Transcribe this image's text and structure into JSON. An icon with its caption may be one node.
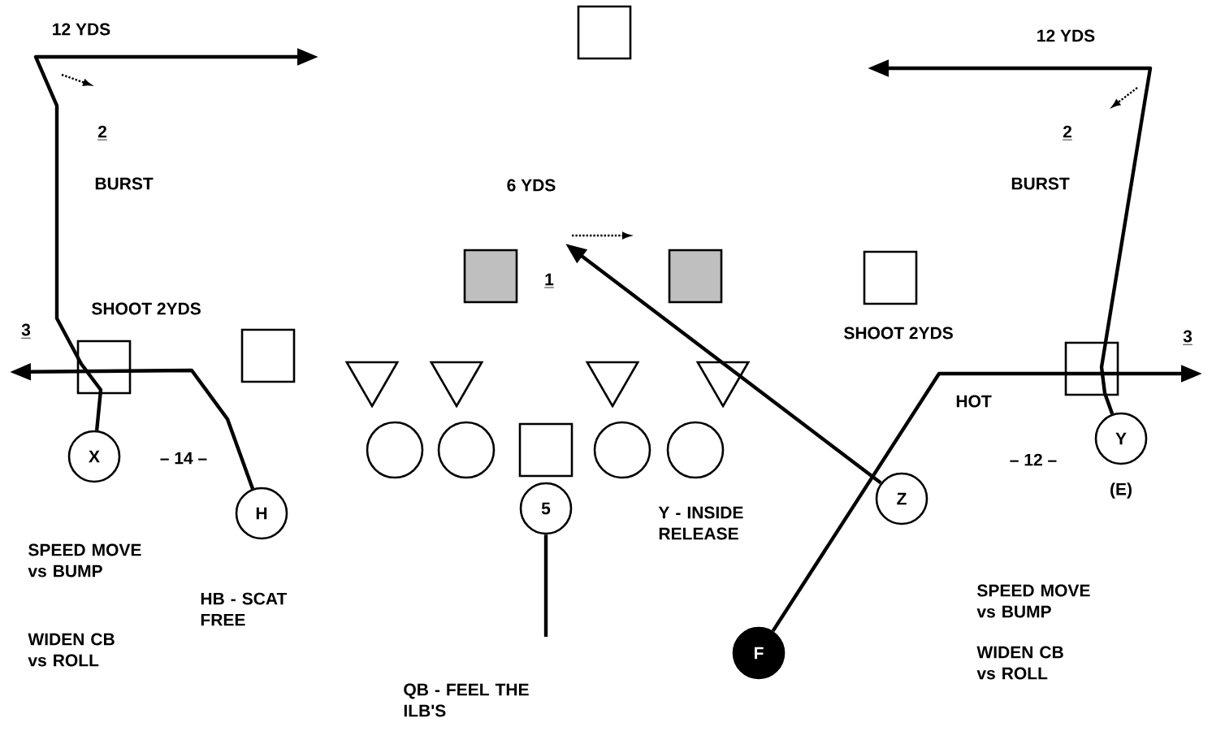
{
  "diagram": {
    "nodes": [
      {
        "text": [
          "X"
        ]
      },
      {
        "text": [
          "H"
        ]
      },
      {
        "text": [
          "5"
        ]
      },
      {
        "text": [
          "Z"
        ]
      },
      {
        "text": [
          "Y"
        ],
        "beside": [
          "(E)"
        ]
      },
      {
        "text": [
          "F"
        ]
      },
      {
        "text": [],
        "shape": "box"
      },
      {
        "text": [],
        "shape": "box"
      },
      {
        "text": [],
        "shape": "box"
      },
      {
        "text": [],
        "shape": "box"
      },
      {
        "text": [],
        "shape": "box"
      },
      {
        "text": [],
        "shape": "box"
      },
      {
        "text": [],
        "shape": "box"
      },
      {
        "text": [],
        "shape": "triangle"
      },
      {
        "text": [],
        "shape": "triangle"
      },
      {
        "text": [],
        "shape": "triangle"
      },
      {
        "text": [],
        "shape": "triangle"
      },
      {
        "text": [],
        "shape": "circle"
      },
      {
        "text": [],
        "shape": "circle"
      },
      {
        "text": [],
        "shape": "box"
      },
      {
        "text": [],
        "shape": "circle"
      },
      {
        "text": [],
        "shape": "circle"
      }
    ],
    "edges": [
      {
        "from": 0,
        "to": null,
        "arrow": "to"
      },
      {
        "from": 1,
        "to": null,
        "arrow": "to"
      },
      {
        "from": 4,
        "to": null,
        "arrow": "to"
      },
      {
        "from": 5,
        "to": null,
        "arrow": "to"
      },
      {
        "from": 3,
        "to": null,
        "arrow": "to"
      },
      {
        "from": 2,
        "to": null,
        "arrow": "none"
      }
    ],
    "labels": [
      "12 YDS",
      "12 YDS",
      "2",
      "2",
      "BURST",
      "6 YDS",
      "BURST",
      "1",
      "SHOOT 2YDS",
      "3",
      "SHOOT 2YDS",
      "3",
      "HOT",
      "– 14 –",
      "– 12 –",
      "Y - INSIDE RELEASE",
      "SPEED MOVE vs BUMP",
      "HB - SCAT FREE",
      "SPEED MOVE vs BUMP",
      "WIDEN CB vs ROLL",
      "WIDEN CB vs ROLL",
      "QB - FEEL THE ILB'S"
    ]
  }
}
